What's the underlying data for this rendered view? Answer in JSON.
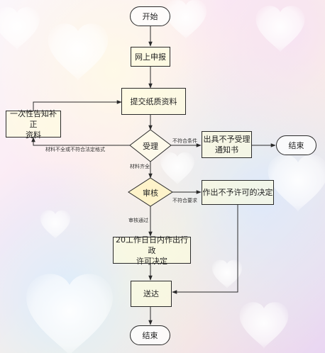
{
  "nodes": {
    "start": "开始",
    "online_apply": "网上申报",
    "submit_docs": "提交纸质资料",
    "notify_supplement_line1": "一次性告知补正",
    "notify_supplement_line2": "资料",
    "accept": "受理",
    "reject_notice_line1": "出具不予受理",
    "reject_notice_line2": "通知书",
    "end_reject": "结束",
    "review": "审核",
    "deny_decision": "作出不予许可的决定",
    "decide_line1": "20工作日日内作出行政",
    "decide_line2": "许可决定",
    "deliver": "送达",
    "end": "结束"
  },
  "edge_labels": {
    "materials_incomplete": "材料不全或不符合法定格式",
    "not_meet_conditions": "不符合条件",
    "materials_complete": "材料齐全",
    "not_meet_requirements": "不符合要求",
    "review_passed": "审核通过"
  },
  "colors": {
    "line": "#2a2a2a",
    "box_fill": "#fffde0"
  }
}
